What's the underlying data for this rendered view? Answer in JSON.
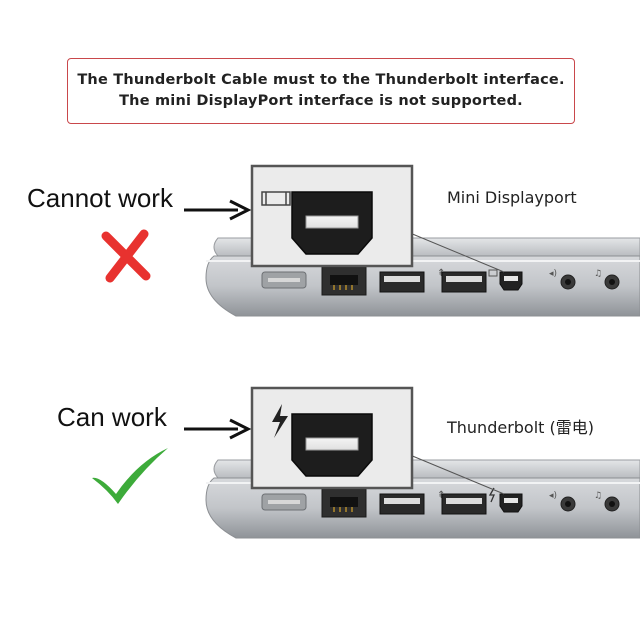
{
  "notice": {
    "line1": "The Thunderbolt Cable must to the Thunderbolt interface.",
    "line2": "The mini DisplayPort interface is not supported."
  },
  "panels": [
    {
      "status": "Cannot work",
      "port_caption": "Mini Displayport",
      "symbol_icon": "display-port-icon",
      "mark_icon": "red-x-icon",
      "mark_color": "#e8322f"
    },
    {
      "status": "Can work",
      "port_caption": "Thunderbolt (雷电)",
      "symbol_icon": "lightning-bolt-icon",
      "mark_icon": "green-check-icon",
      "mark_color": "#3dab3a"
    }
  ]
}
